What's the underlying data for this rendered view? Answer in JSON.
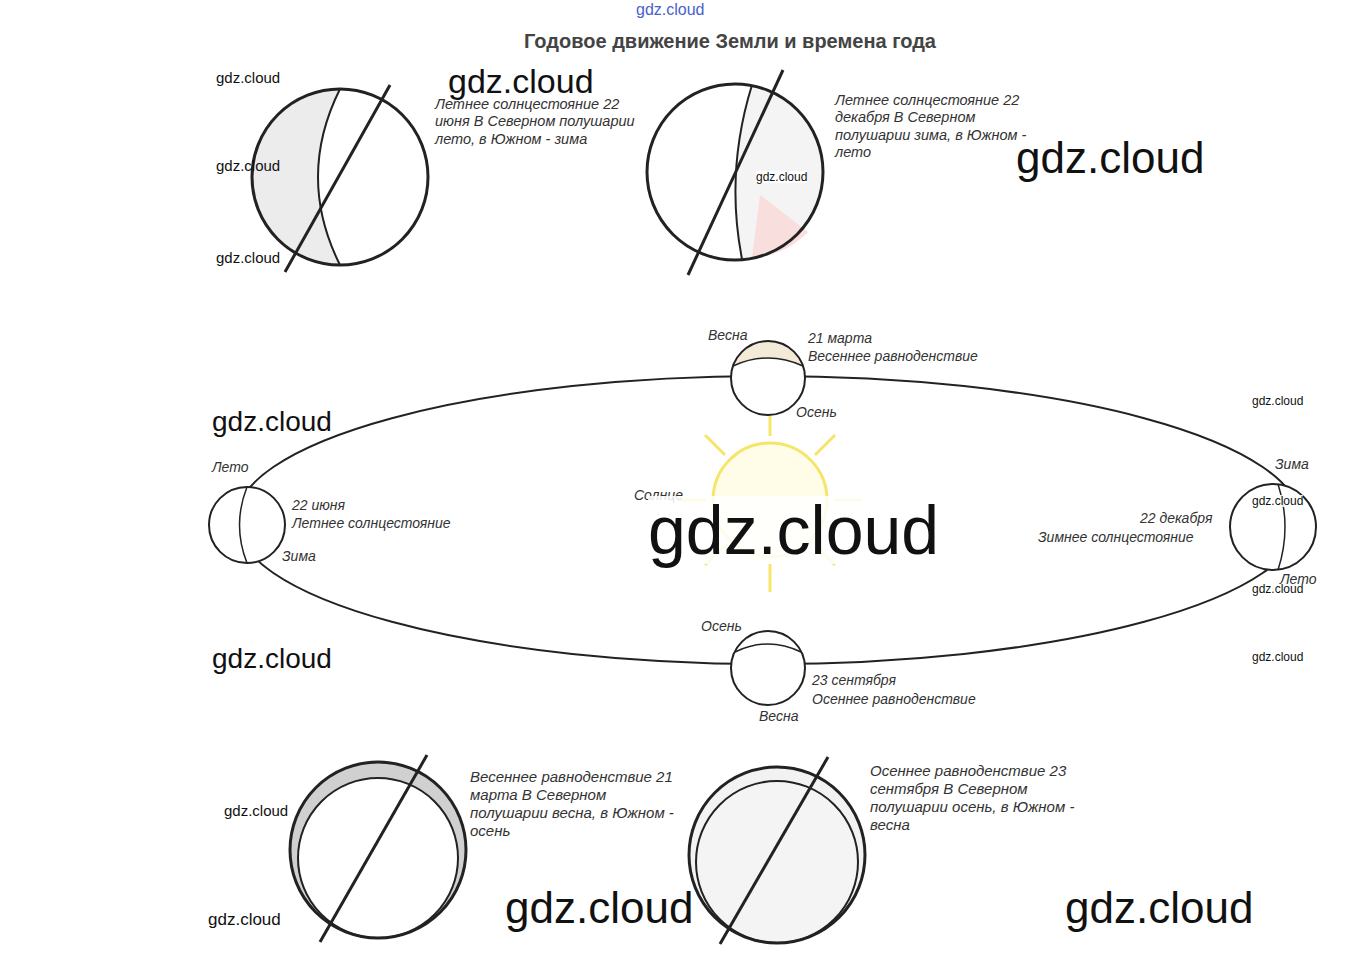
{
  "diagram": {
    "title": "Годовое движение Земли и времена года",
    "labels": [
      "gdz.cloud",
      "gdz.cloud",
      "gdz.cloud",
      "Летнее солнцестояние 22 июня В Северном полушарии лето, в Южном - зима",
      "gdz.cloud",
      "gdz.cloud",
      "Летнее солнцестояние 22 декабря В Северном полушарии зима, в Южном - лето",
      "gdz.cloud",
      "gdz.cloud",
      "Весна",
      "21 марта",
      "Весеннее равноденствие",
      "Осень",
      "gdz.cloud",
      "gdz.cloud",
      "Лето",
      "22 июня",
      "Летнее солнцестояние",
      "Зима",
      "Солнце",
      "gdz.cloud",
      "Зима",
      "22 декабря",
      "Зимнее солнцестояние",
      "Лето",
      "gdz.cloud",
      "gdz.cloud",
      "Осень",
      "23 сентября",
      "Осеннее равноденствие",
      "Весна",
      "gdz.cloud",
      "gdz.cloud",
      "gdz.cloud",
      "Весеннее равноденствие 21 марта В Северном полушарии весна, в Южном - осень",
      "Осеннее равноденствие 23 сентября В Северном полушарии осень, в Южном - весна",
      "gdz.cloud",
      "gdz.cloud",
      "gdz.cloud"
    ]
  }
}
